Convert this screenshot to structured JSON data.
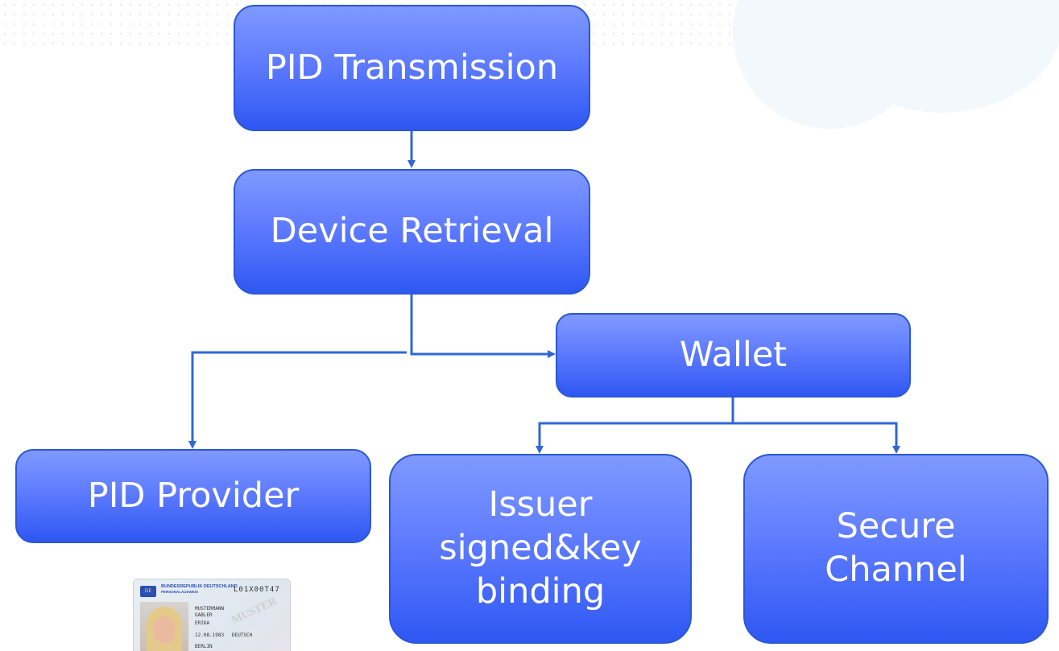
{
  "nodes": {
    "pid_transmission": "PID Transmission",
    "device_retrieval": "Device Retrieval",
    "wallet": "Wallet",
    "pid_provider": "PID Provider",
    "issuer": [
      "Issuer",
      "signed&key",
      "binding"
    ],
    "secure_channel": [
      "Secure",
      "Channel"
    ]
  },
  "id_card": {
    "country_code": "DE",
    "header": "BUNDESREPUBLIK DEUTSCHLAND",
    "doc_type": "PERSONALAUSWEIS",
    "number": "L01X00T47",
    "surname": "MUSTERMANN",
    "birth_name": "GABLER",
    "given_name": "ERIKA",
    "birth_date": "12.08.1983",
    "nationality": "DEUTSCH",
    "birth_place": "BERLIN"
  },
  "colors": {
    "node_top": "#7f99ff",
    "node_bottom": "#2e57f2",
    "node_border": "#2c57d2",
    "connector": "#2f67d8",
    "text": "#ffffff"
  }
}
